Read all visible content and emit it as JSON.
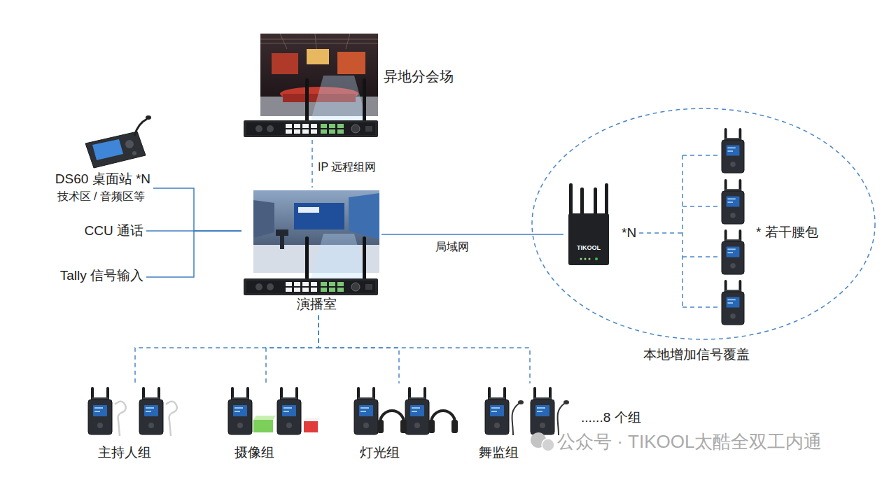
{
  "diagram": {
    "nodes": [
      {
        "text": [
          "异地分会场"
        ]
      },
      {
        "text": [
          "演播室"
        ]
      },
      {
        "text": [
          "DS60 桌面站 *N",
          "技术区 / 音频区等"
        ]
      },
      {
        "text": [
          "CCU 通话"
        ]
      },
      {
        "text": [
          "Tally 信号输入"
        ]
      },
      {
        "text": [
          "本地增加信号覆盖"
        ]
      },
      {
        "text": [
          "TIKOOL",
          "*N"
        ],
        "in": 5
      },
      {
        "text": [
          "* 若干腰包"
        ],
        "in": 5
      },
      {
        "text": [
          "主持人组"
        ]
      },
      {
        "text": [
          "摄像组"
        ]
      },
      {
        "text": [
          "灯光组"
        ]
      },
      {
        "text": [
          "舞监组"
        ]
      }
    ],
    "edges": [
      {
        "from": 0,
        "to": 1,
        "label": "IP 远程组网",
        "arrow": "none"
      },
      {
        "from": 2,
        "to": 1,
        "arrow": "none"
      },
      {
        "from": 3,
        "to": 1,
        "arrow": "none"
      },
      {
        "from": 4,
        "to": 1,
        "arrow": "none"
      },
      {
        "from": 1,
        "to": 6,
        "label": "局域网",
        "arrow": "none"
      },
      {
        "from": 6,
        "to": 7,
        "arrow": "none"
      },
      {
        "from": 1,
        "to": 8,
        "arrow": "none"
      },
      {
        "from": 1,
        "to": 9,
        "arrow": "none"
      },
      {
        "from": 1,
        "to": 10,
        "arrow": "none"
      },
      {
        "from": 1,
        "to": 11,
        "arrow": "none"
      }
    ],
    "labels": [
      "......8 个组",
      "公众号 · TIKOOL太酷全双工内通"
    ]
  }
}
